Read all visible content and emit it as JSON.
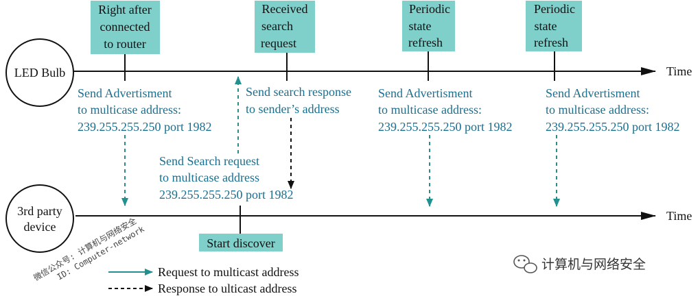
{
  "colors": {
    "teal": "#21908f",
    "event_box": "#7fcfcb",
    "text_blue": "#1a6f8f",
    "black": "#111111"
  },
  "nodes": {
    "led_bulb": "LED Bulb",
    "third_party": [
      "3rd party",
      "device"
    ]
  },
  "timeline": {
    "time_label": "Time"
  },
  "events": {
    "connected": [
      "Right after",
      "connected",
      "to router"
    ],
    "received": [
      "Received",
      "search",
      "request"
    ],
    "refresh1": [
      "Periodic",
      "state",
      "refresh"
    ],
    "refresh2": [
      "Periodic",
      "state",
      "refresh"
    ]
  },
  "messages": {
    "advert1": [
      "Send Advertisment",
      "to multicase address:",
      "239.255.255.250 port 1982"
    ],
    "search_response": [
      "Send search response",
      "to sender’s address"
    ],
    "advert2": [
      "Send Advertisment",
      "to multicase address:",
      "239.255.255.250 port 1982"
    ],
    "advert3": [
      "Send Advertisment",
      "to multicase address:",
      "239.255.255.250 port 1982"
    ],
    "search_request": [
      "Send Search request",
      "to multicase address",
      "239.255.255.250 port 1982"
    ]
  },
  "start_discover": "Start discover",
  "legend": {
    "multicast": "Request to multicast address",
    "unicast": "Response to ulticast address"
  },
  "watermark": {
    "line1": "微信公众号: 计算机与网络安全",
    "line2": "ID: Computer-network",
    "brand": "计算机与网络安全",
    "icon": "wechat-icon"
  }
}
